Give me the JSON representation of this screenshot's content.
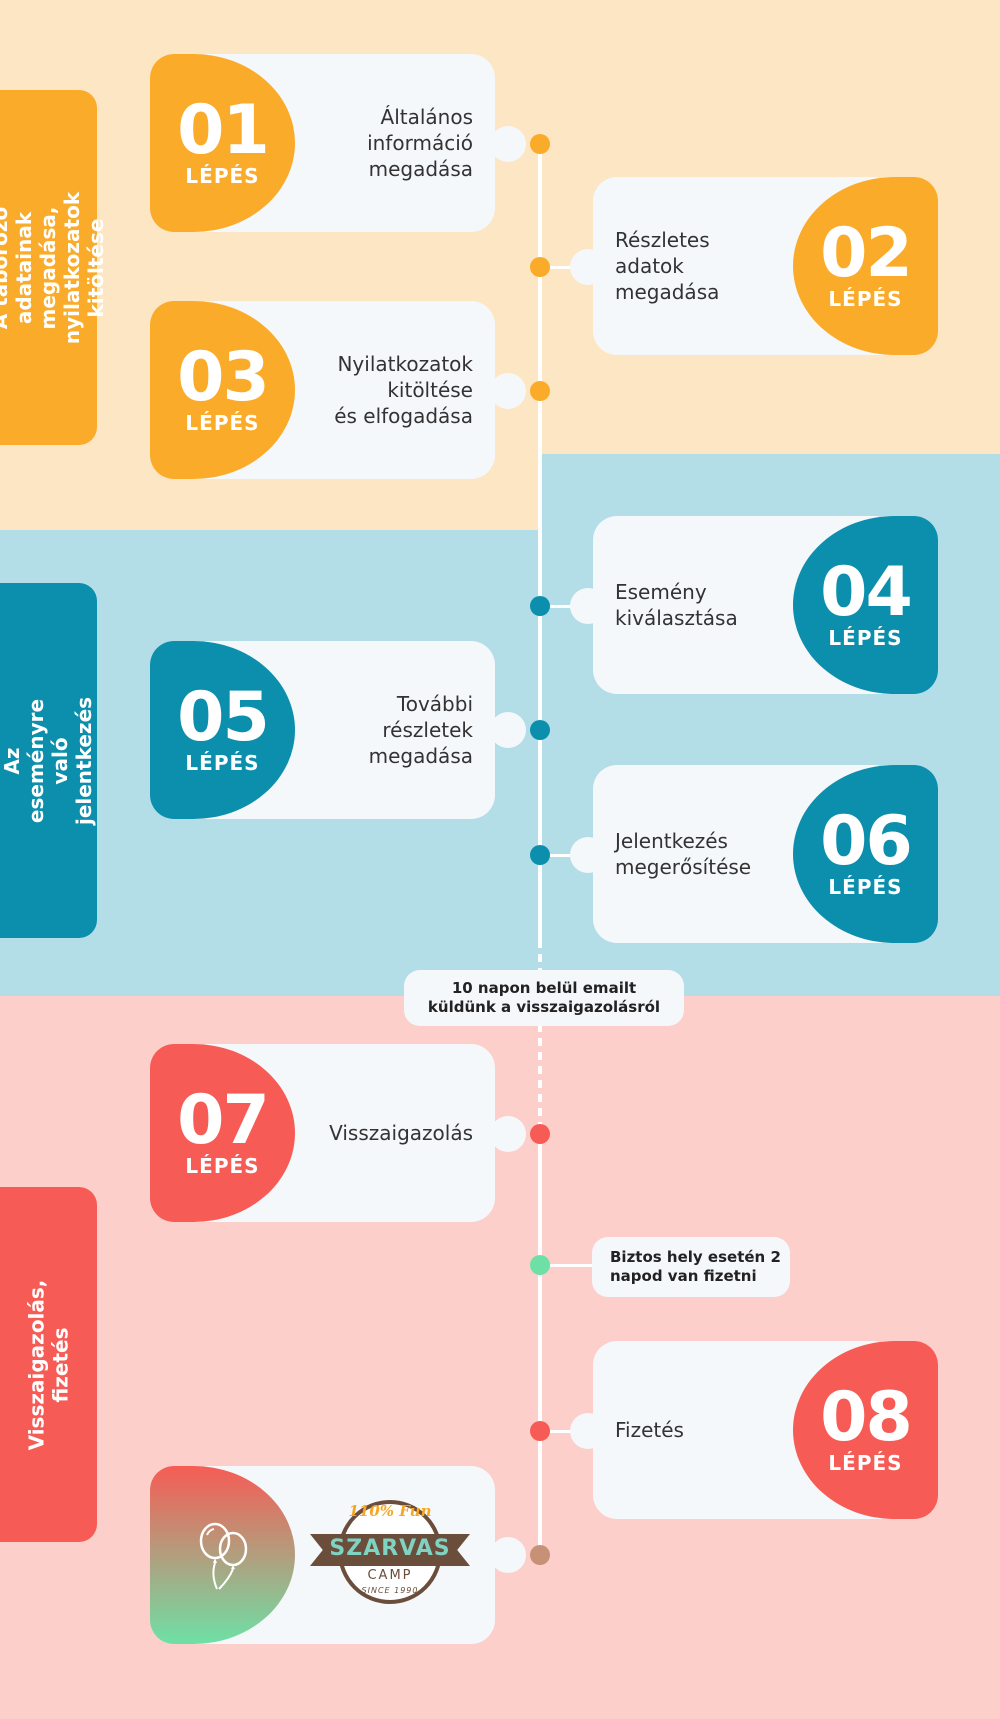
{
  "sections": [
    {
      "label": "A táborozó adatainak\nmegadása, nyilatkozatok\nkitöltése",
      "color": "#fbab2a"
    },
    {
      "label": "Az eseményre való\njelentkezés",
      "color": "#0b8fad"
    },
    {
      "label": "Visszaigazolás, fizetés",
      "color": "#f65c55"
    }
  ],
  "steps": [
    {
      "number": "01",
      "word": "LÉPÉS",
      "label": "Általános\ninformáció\nmegadása"
    },
    {
      "number": "02",
      "word": "LÉPÉS",
      "label": "Részletes\nadatok\nmegadása"
    },
    {
      "number": "03",
      "word": "LÉPÉS",
      "label": "Nyilatkozatok\nkitöltése\nés elfogadása"
    },
    {
      "number": "04",
      "word": "LÉPÉS",
      "label": "Esemény\nkiválasztása"
    },
    {
      "number": "05",
      "word": "LÉPÉS",
      "label": "További\nrészletek\nmegadása"
    },
    {
      "number": "06",
      "word": "LÉPÉS",
      "label": "Jelentkezés\nmegerősítése"
    },
    {
      "number": "07",
      "word": "LÉPÉS",
      "label": "Visszaigazolás"
    },
    {
      "number": "08",
      "word": "LÉPÉS",
      "label": "Fizetés"
    }
  ],
  "notes": {
    "email": "10 napon belül emailt\nküldünk a visszaigazolásról",
    "payment": "Biztos hely esetén 2\nnapod van fizetni"
  },
  "logo": {
    "tagline": "110% Fun",
    "name": "SZARVAS",
    "sub": "CAMP",
    "since": "SINCE 1990"
  },
  "icons": {
    "final_badge": "balloons-icon"
  }
}
